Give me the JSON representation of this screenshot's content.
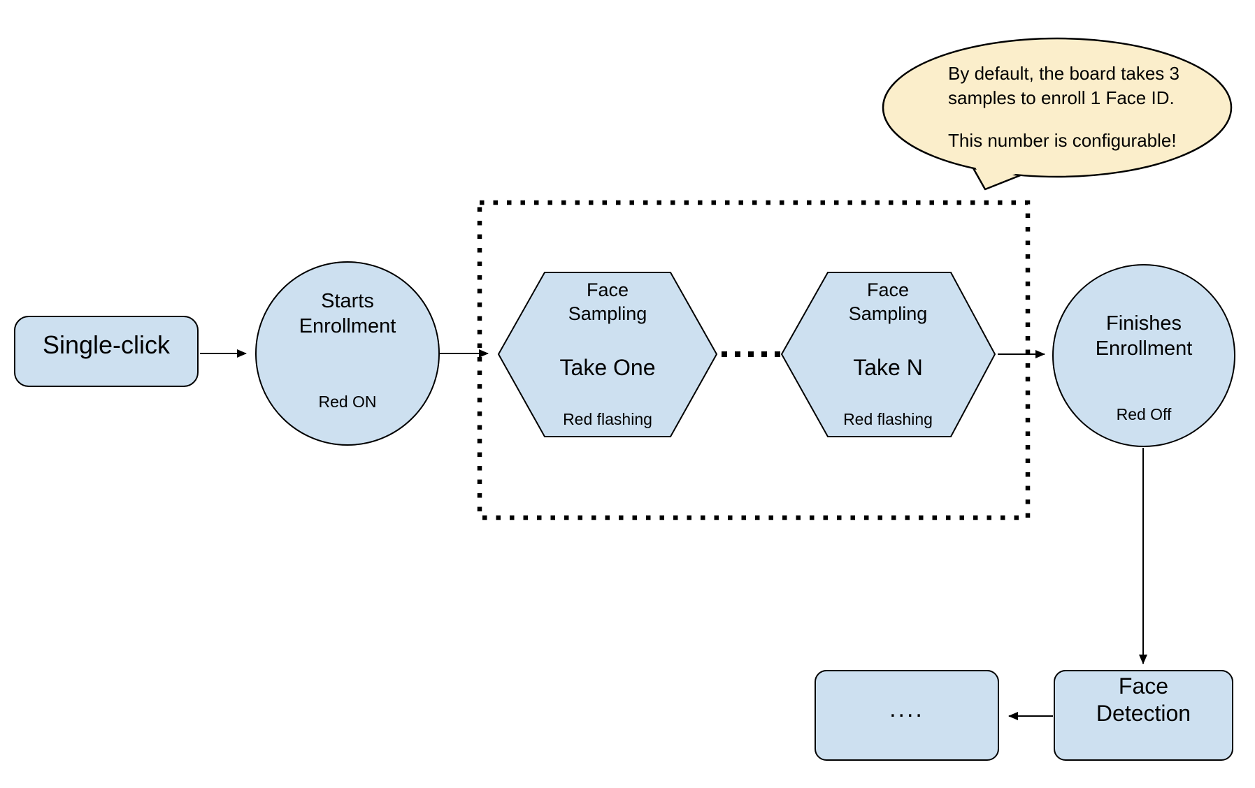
{
  "diagram": {
    "description": "Face ID enrollment flow diagram"
  },
  "colors": {
    "node_fill": "#cde0f0",
    "node_stroke": "#000000",
    "connector": "#000000",
    "callout_fill": "#fbeecb",
    "background": "#ffffff"
  },
  "callout": {
    "lines": [
      "By default, the board takes 3",
      "samples to enroll 1 Face ID.",
      "This number is configurable!"
    ]
  },
  "nodes": {
    "single_click": {
      "shape": "rounded-rect",
      "label": "Single-click"
    },
    "starts_enrollment": {
      "shape": "circle",
      "title": "Starts Enrollment",
      "status": "Red ON"
    },
    "face_sampling_one": {
      "shape": "hexagon",
      "title": "Face Sampling",
      "step": "Take One",
      "status": "Red flashing"
    },
    "face_sampling_n": {
      "shape": "hexagon",
      "title": "Face Sampling",
      "step": "Take N",
      "status": "Red flashing"
    },
    "finishes_enrollment": {
      "shape": "circle",
      "title": "Finishes Enrollment",
      "status": "Red Off"
    },
    "face_detection": {
      "shape": "rounded-rect",
      "label": "Face Detection"
    },
    "continuation": {
      "shape": "rounded-rect",
      "label": "...."
    }
  },
  "groups": {
    "sampling_loop": {
      "style": "dotted-rectangle"
    }
  },
  "connectors": [
    {
      "from": "single_click",
      "to": "starts_enrollment",
      "type": "arrow"
    },
    {
      "from": "starts_enrollment",
      "to": "face_sampling_one",
      "type": "arrow"
    },
    {
      "from": "face_sampling_one",
      "to": "face_sampling_n",
      "type": "dotted"
    },
    {
      "from": "face_sampling_n",
      "to": "finishes_enrollment",
      "type": "arrow"
    },
    {
      "from": "finishes_enrollment",
      "to": "face_detection",
      "type": "arrow"
    },
    {
      "from": "face_detection",
      "to": "continuation",
      "type": "arrow"
    }
  ]
}
